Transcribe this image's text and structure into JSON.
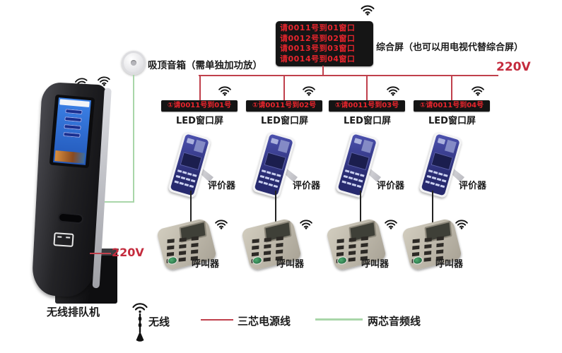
{
  "colors": {
    "led_text": "#e8252d",
    "power_line": "#c0404c",
    "audio_line": "#a9d6a9",
    "voltage_label": "#c42b3d",
    "screen_background": "#151515"
  },
  "main_display": {
    "lines": [
      "请0011号到01窗口",
      "请0012号到02窗口",
      "请0013号到03窗口",
      "请0014号到04窗口"
    ],
    "label": "综合屏（也可以用电视代替综合屏）"
  },
  "power": {
    "voltage_top": "220V",
    "voltage_kiosk": "220V"
  },
  "speaker": {
    "label": "吸顶音箱（需单独加功放）"
  },
  "kiosk": {
    "label": "无线排队机"
  },
  "screens": [
    {
      "text": "①请0011号到01号",
      "label": "LED窗口屏"
    },
    {
      "text": "①请0011号到02号",
      "label": "LED窗口屏"
    },
    {
      "text": "①请0011号到03号",
      "label": "LED窗口屏"
    },
    {
      "text": "①请0011号到04号",
      "label": "LED窗口屏"
    }
  ],
  "evaluators": [
    {
      "label": "评价器"
    },
    {
      "label": "评价器"
    },
    {
      "label": "评价器"
    },
    {
      "label": "评价器"
    }
  ],
  "callers": [
    {
      "label": "呼叫器"
    },
    {
      "label": "呼叫器"
    },
    {
      "label": "呼叫器"
    },
    {
      "label": "呼叫器"
    }
  ],
  "legend": {
    "wireless": "无线",
    "power_line": "三芯电源线",
    "audio_line": "两芯音频线"
  }
}
